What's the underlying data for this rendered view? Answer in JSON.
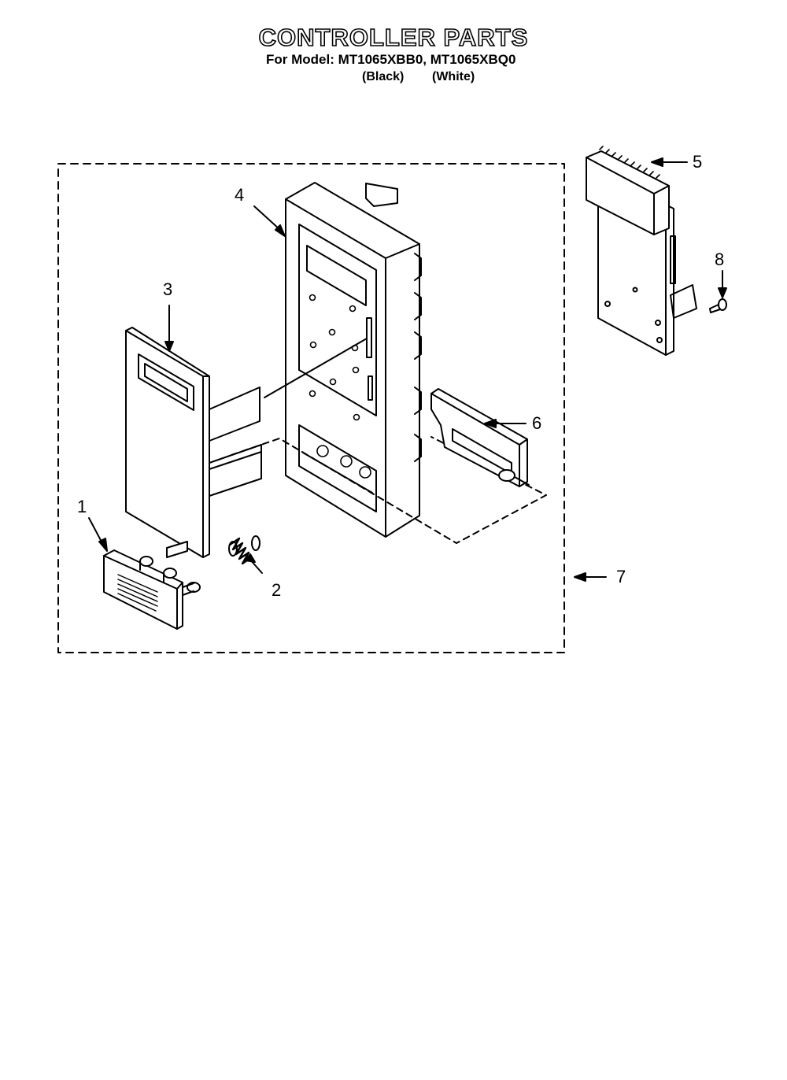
{
  "header": {
    "title": "CONTROLLER PARTS",
    "subtitle": "For Model: MT1065XBB0, MT1065XBQ0",
    "variant_black": "(Black)",
    "variant_white": "(White)"
  },
  "callouts": [
    "1",
    "2",
    "3",
    "4",
    "5",
    "6",
    "7",
    "8"
  ]
}
